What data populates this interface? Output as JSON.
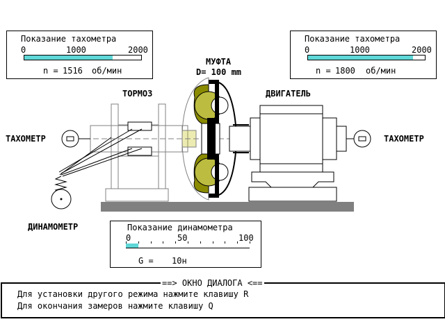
{
  "tach_left": {
    "title": "Показание тахометра",
    "scale": [
      "0",
      "1000",
      "2000"
    ],
    "value": 1516,
    "max": 2000,
    "readout_prefix": "n =",
    "readout_value": "1516",
    "readout_unit": "об/мин"
  },
  "tach_right": {
    "title": "Показание тахометра",
    "scale": [
      "0",
      "1000",
      "2000"
    ],
    "value": 1800,
    "max": 2000,
    "readout_prefix": "n =",
    "readout_value": "1800",
    "readout_unit": "об/мин"
  },
  "dyn": {
    "title": "Показание динамометра",
    "scale": [
      "0",
      "50",
      "100"
    ],
    "value": 10,
    "max": 100,
    "readout_prefix": "G  =",
    "readout_value": "10н"
  },
  "labels": {
    "coupling": "МУФТА",
    "diameter": "D= 100 mm",
    "brake": "ТОРМОЗ",
    "engine": "ДВИГАТЕЛЬ",
    "tach_left": "ТАХОМЕТР",
    "tach_right": "ТАХОМЕТР",
    "dynamometer": "ДИНАМОМЕТР"
  },
  "dialog": {
    "title": "==> ОКНО ДИАЛОГА <==",
    "line1": "Для установки другого режима нажмите  клавишу R",
    "line2": "Для окончания замеров нажмите клавишу  Q"
  },
  "colors": {
    "gauge_fill": "#5fd7d7",
    "coupling_olive": "#8b8b00",
    "machine_gray": "#808080"
  }
}
